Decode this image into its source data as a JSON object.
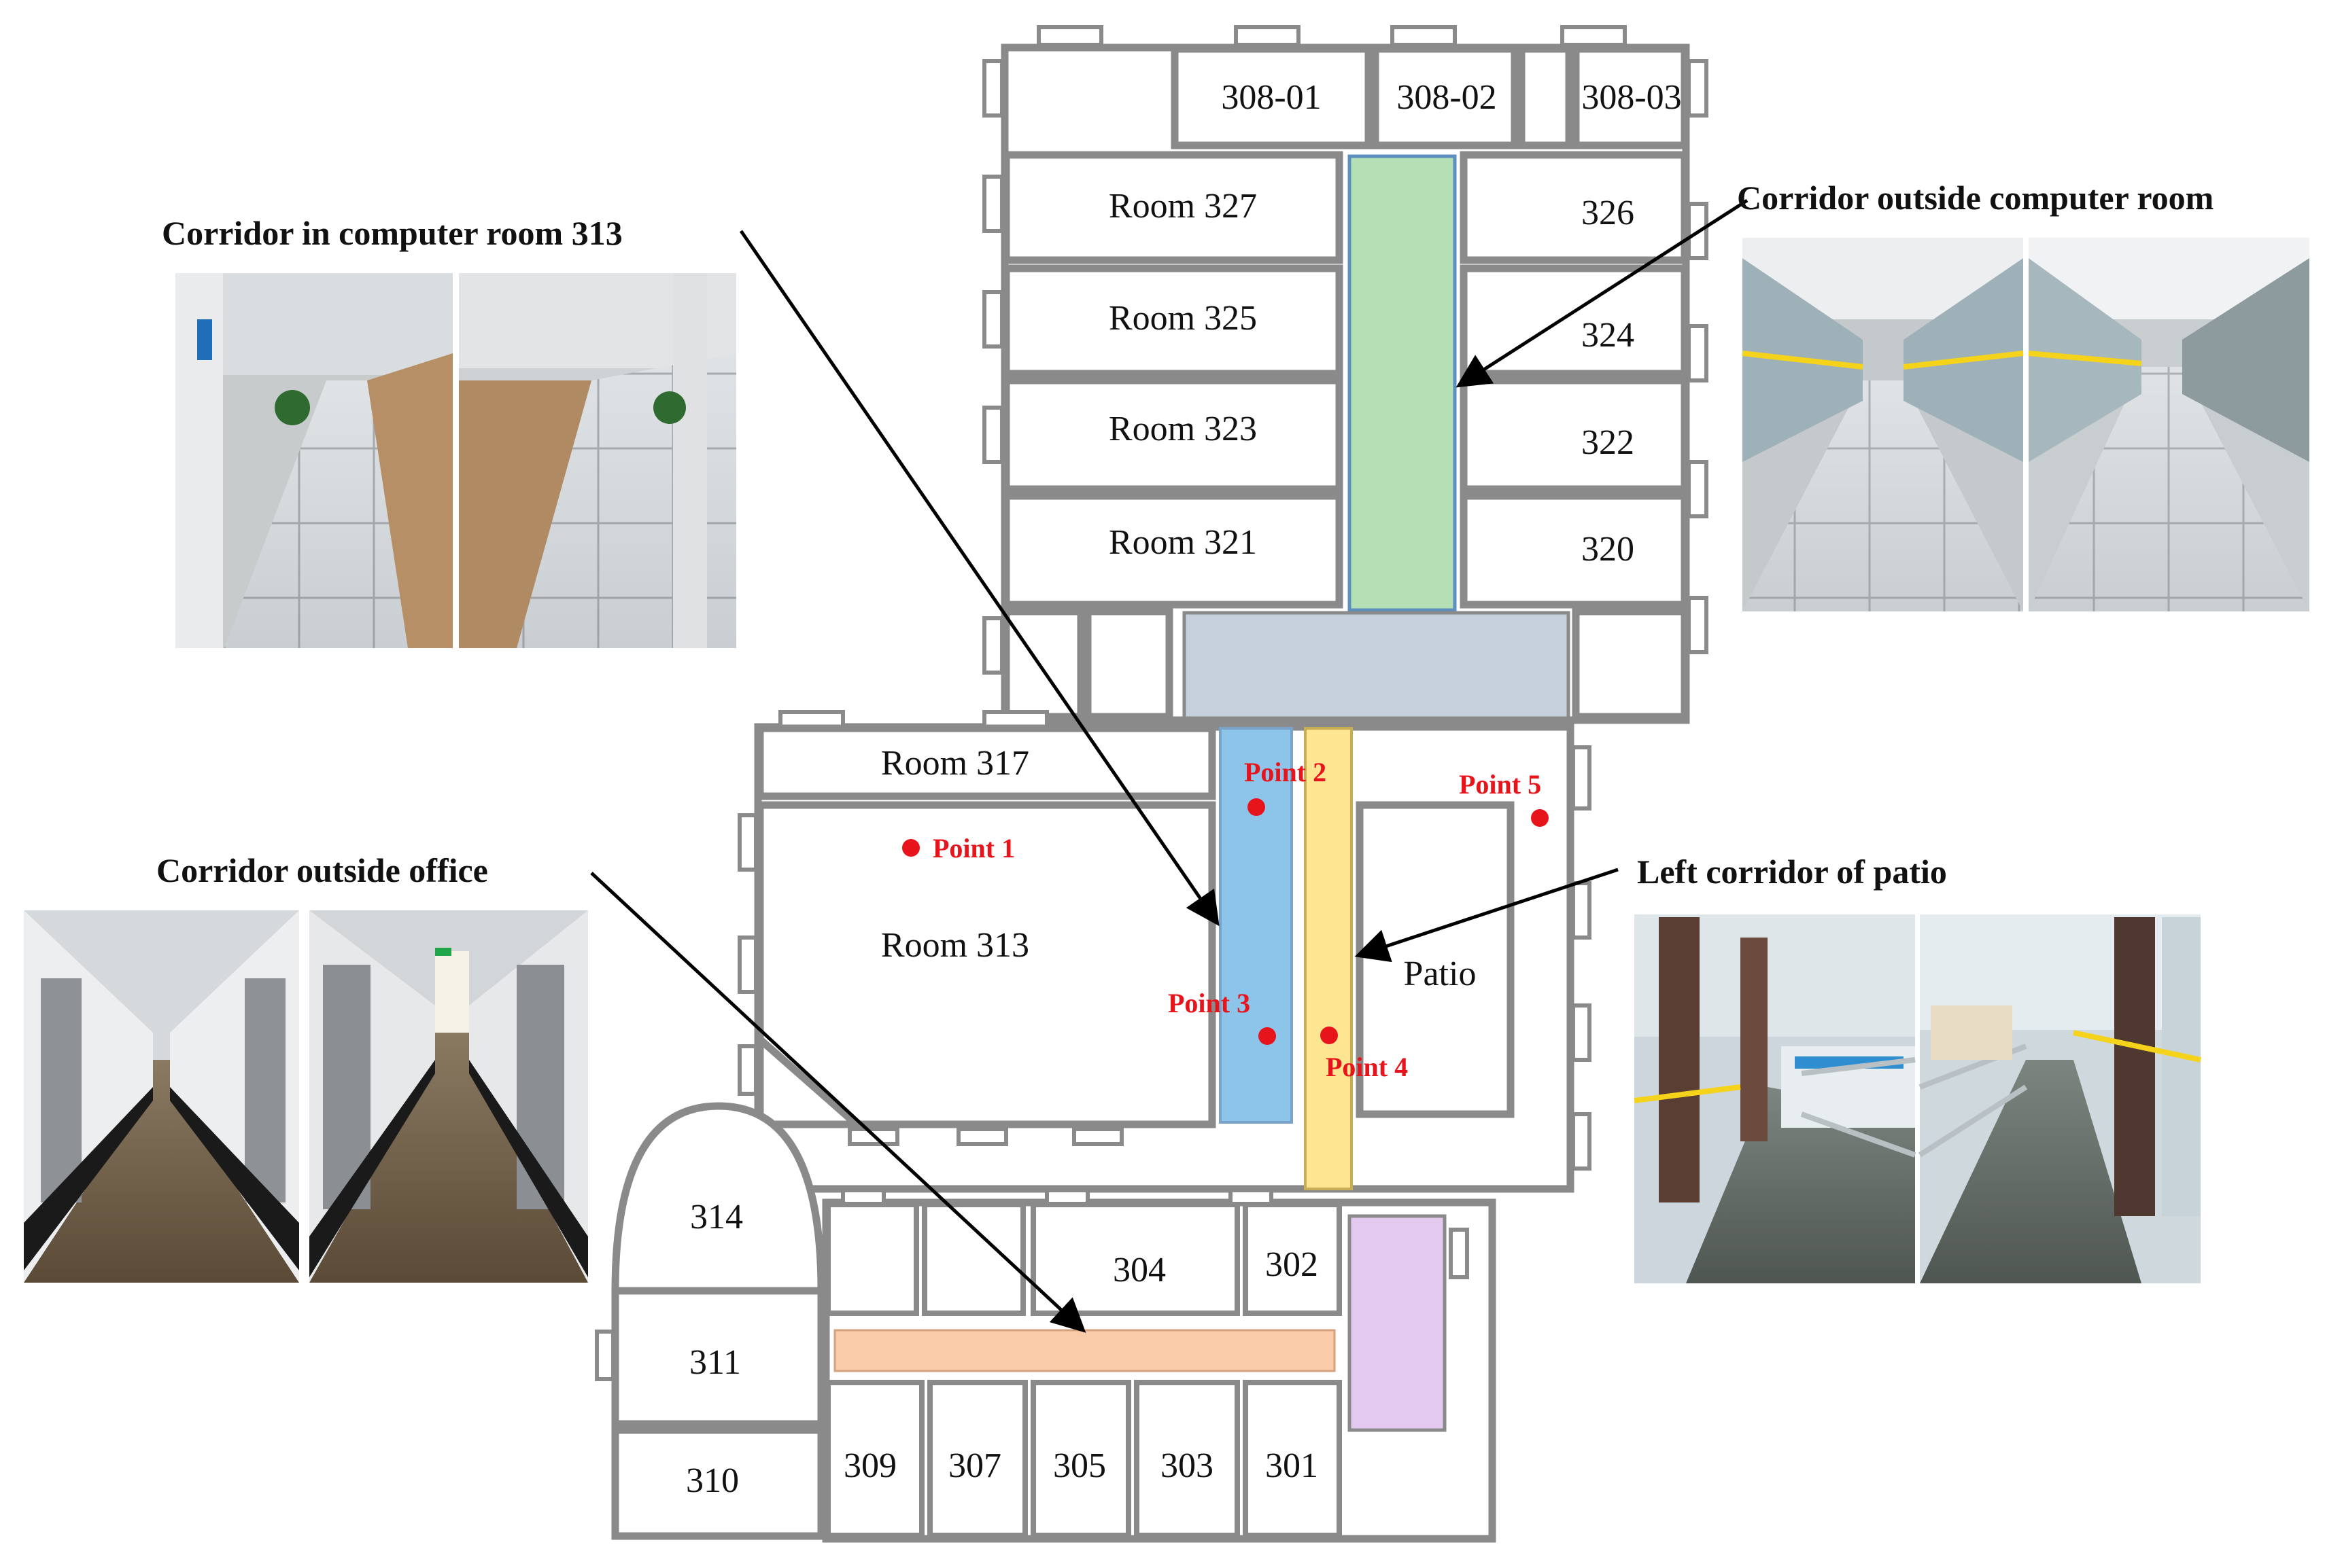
{
  "rooms": {
    "r308_01": "308-01",
    "r308_02": "308-02",
    "r308_03": "308-03",
    "r327": "Room 327",
    "r325": "Room 325",
    "r323": "Room 323",
    "r321": "Room 321",
    "r326": "326",
    "r324": "324",
    "r322": "322",
    "r320": "320",
    "r317": "Room 317",
    "r313": "Room 313",
    "patio": "Patio",
    "r314": "314",
    "r311": "311",
    "r310": "310",
    "r304": "304",
    "r302": "302",
    "r309": "309",
    "r307": "307",
    "r305": "305",
    "r303": "303",
    "r301": "301"
  },
  "points": [
    {
      "label": "Point 1"
    },
    {
      "label": "Point 2"
    },
    {
      "label": "Point 3"
    },
    {
      "label": "Point 4"
    },
    {
      "label": "Point 5"
    }
  ],
  "captions": {
    "room313": "Corridor in computer room 313",
    "outside_computer": "Corridor outside computer room",
    "outside_office": "Corridor outside office",
    "patio_left": "Left corridor of patio"
  },
  "colors": {
    "corridor_green": "#b5e0b5",
    "corridor_blue": "#8cc4ea",
    "corridor_yellow": "#fde592",
    "corridor_grayblue": "#c6d1dd",
    "corridor_orange": "#f9cba9",
    "corridor_purple": "#e3c9ef",
    "point_red": "#e8141b",
    "wall_gray": "#8a8a8a"
  }
}
